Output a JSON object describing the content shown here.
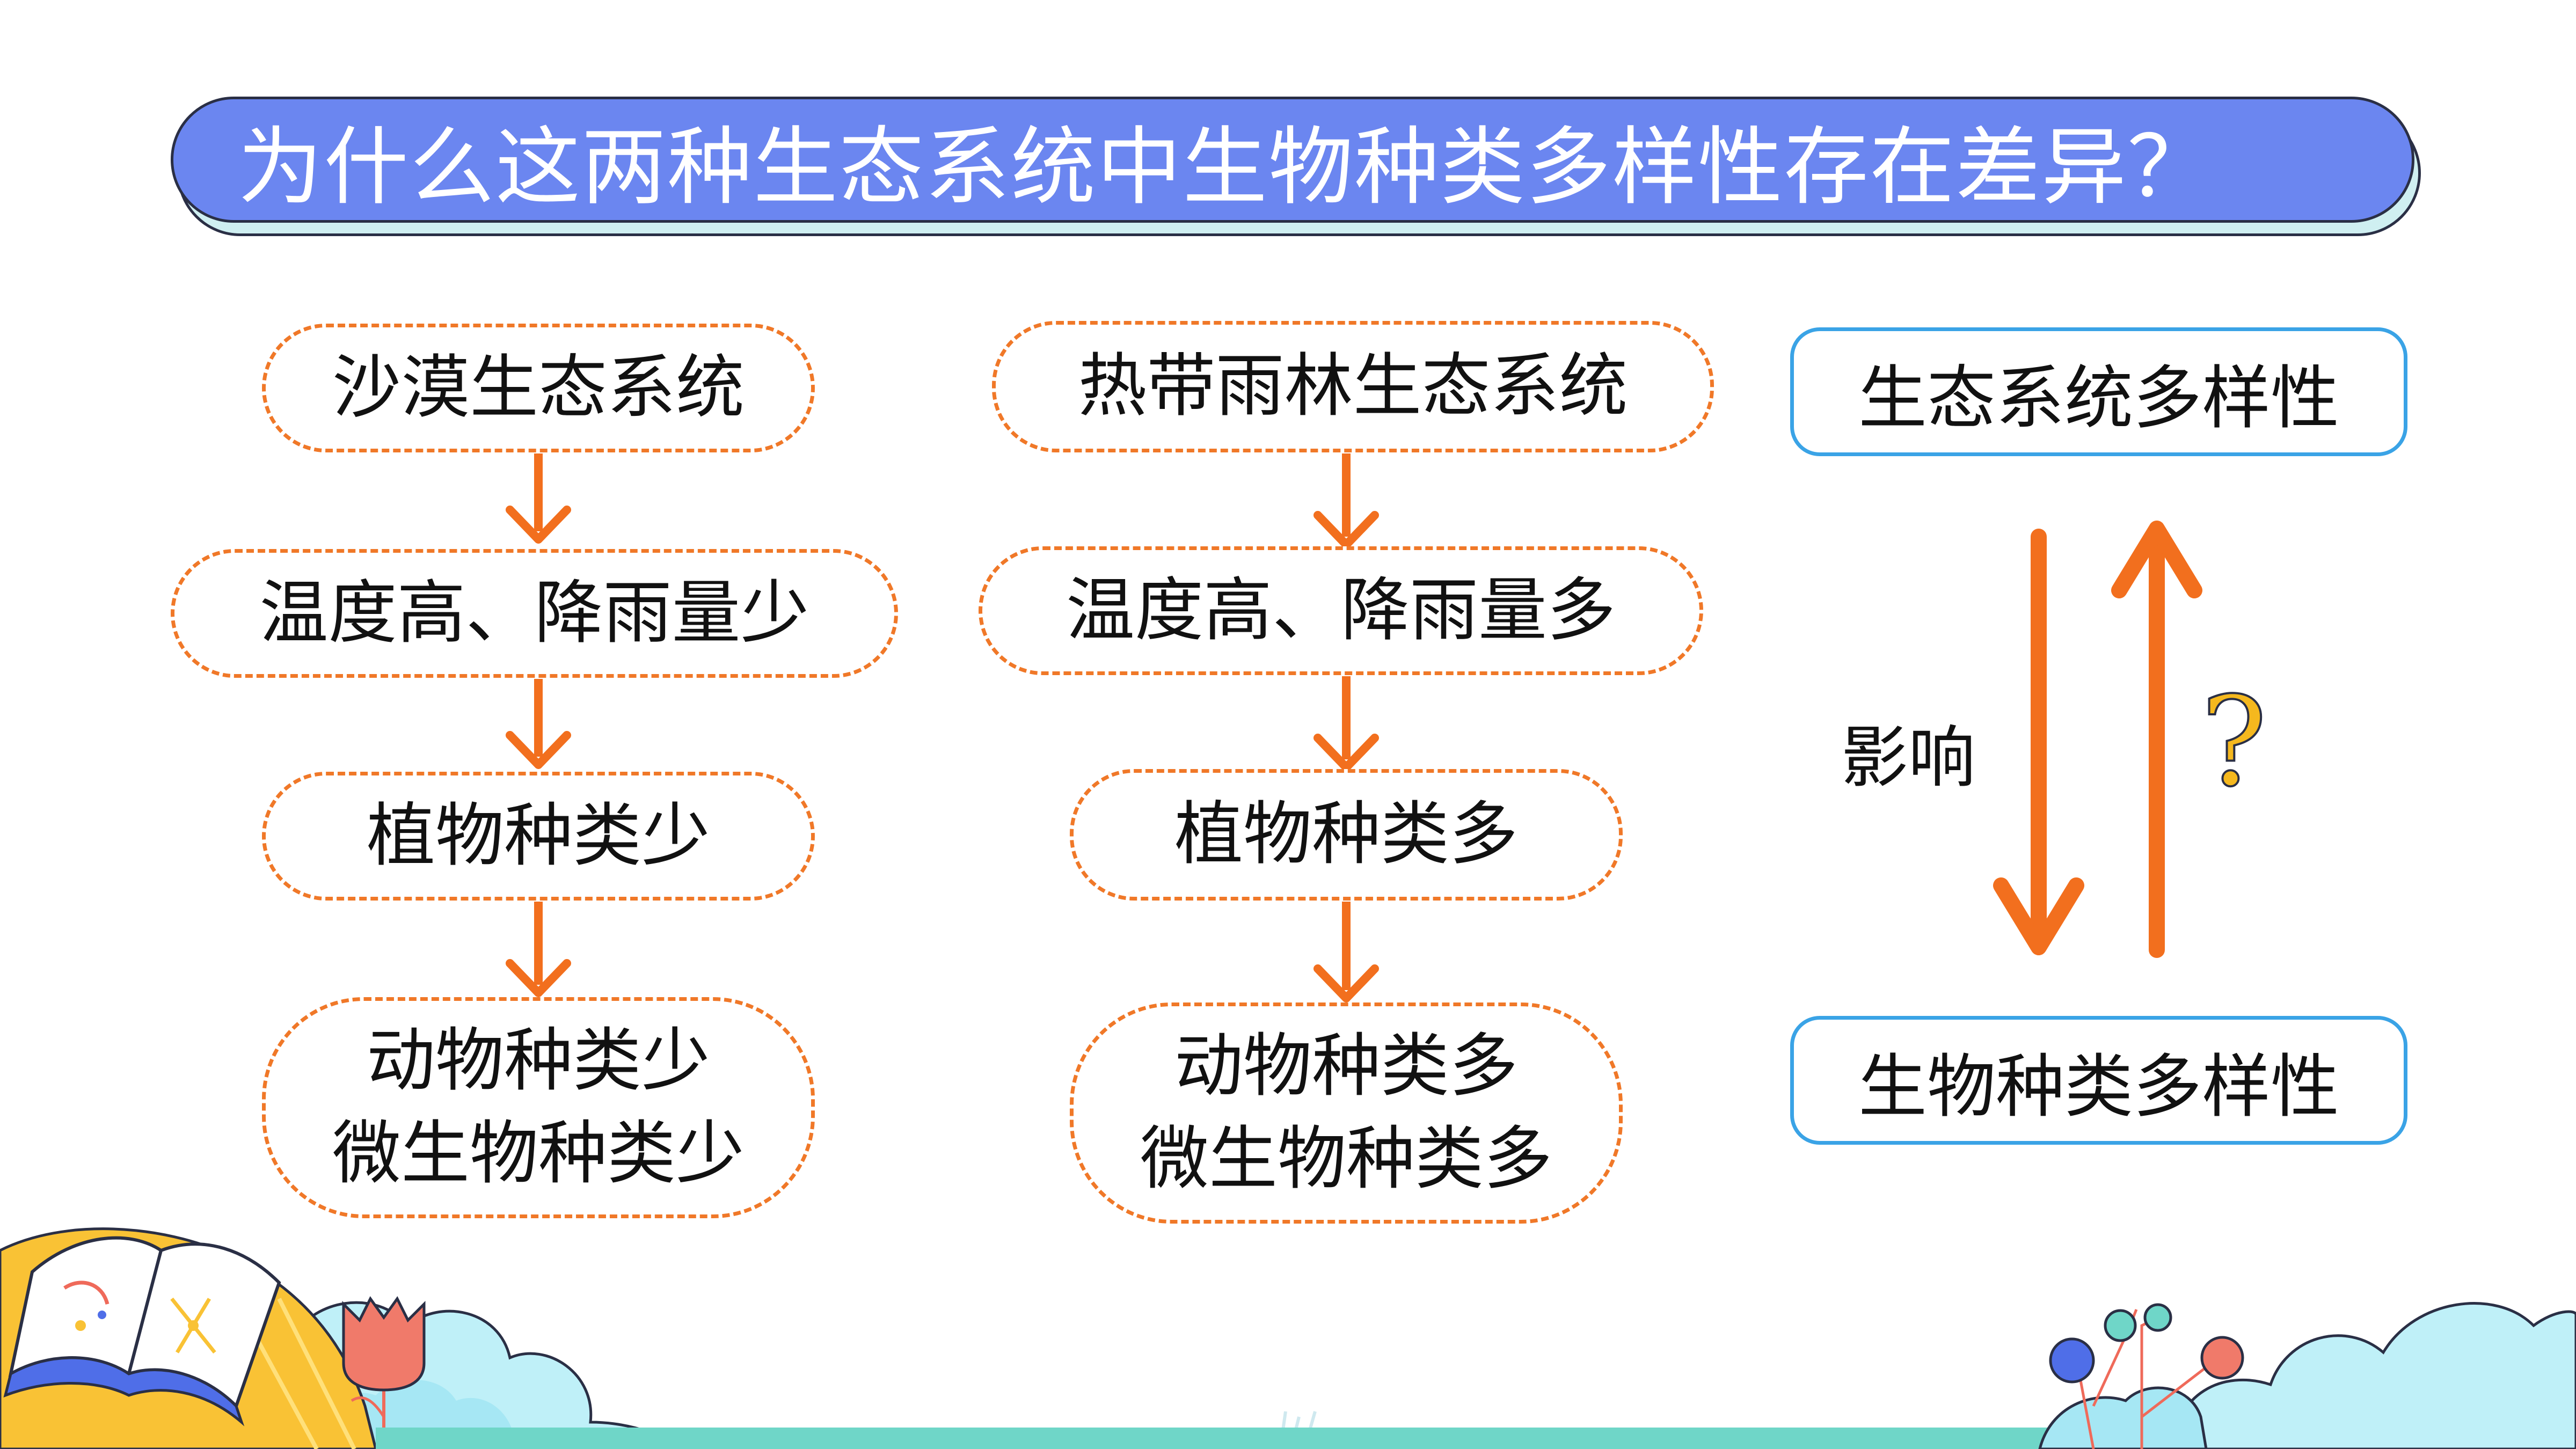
{
  "title": "为什么这两种生态系统中生物种类多样性存在差异？",
  "desert": {
    "box1": "沙漠生态系统",
    "box2": "温度高、降雨量少",
    "box3": "植物种类少",
    "box4_line1": "动物种类少",
    "box4_line2": "微生物种类少"
  },
  "rainforest": {
    "box1": "热带雨林生态系统",
    "box2": "温度高、降雨量多",
    "box3": "植物种类多",
    "box4_line1": "动物种类多",
    "box4_line2": "微生物种类多"
  },
  "relation": {
    "top": "生态系统多样性",
    "bottom": "生物种类多样性",
    "influence_label": "影响",
    "question_mark": "?"
  },
  "colors": {
    "banner": "#6b86f0",
    "dashed_border": "#f07828",
    "arrow": "#f26f1e",
    "blue_border": "#3aa3e6"
  }
}
